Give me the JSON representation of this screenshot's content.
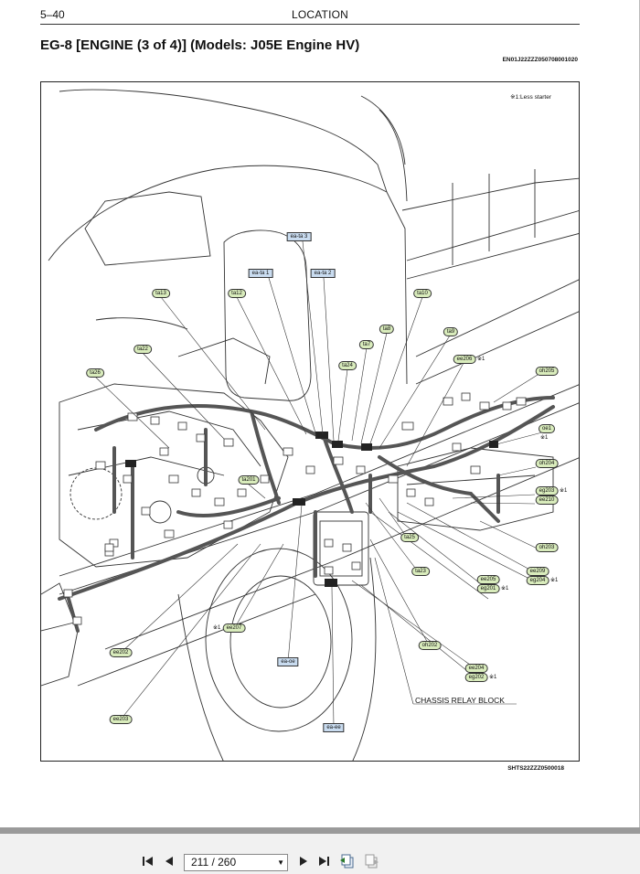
{
  "header": {
    "page_label": "5–40",
    "section": "LOCATION"
  },
  "title": "EG-8 [ENGINE (3 of 4)] (Models: J05E Engine HV)",
  "doc_code_top": "EN01J22ZZZ050708001020",
  "doc_code_bottom": "SHTS22ZZZ0500018",
  "diagram": {
    "note": "※1:Less starter",
    "chassis_relay_label": "CHASSIS RELAY BLOCK",
    "star_mark": "※1",
    "connectors": [
      {
        "id": "ea-ta 3",
        "kind": "blue"
      },
      {
        "id": "ea-ta 1",
        "kind": "blue"
      },
      {
        "id": "ea-ta 2",
        "kind": "blue"
      },
      {
        "id": "ta13",
        "kind": "green"
      },
      {
        "id": "ta12",
        "kind": "green"
      },
      {
        "id": "ta10",
        "kind": "green"
      },
      {
        "id": "ta8",
        "kind": "green"
      },
      {
        "id": "ta7",
        "kind": "green"
      },
      {
        "id": "ta9",
        "kind": "green"
      },
      {
        "id": "ta22",
        "kind": "green"
      },
      {
        "id": "ta24",
        "kind": "green"
      },
      {
        "id": "ee206",
        "kind": "green",
        "star": true
      },
      {
        "id": "ta26",
        "kind": "green"
      },
      {
        "id": "oh205",
        "kind": "green"
      },
      {
        "id": "oe1",
        "kind": "green",
        "star": true
      },
      {
        "id": "ta201",
        "kind": "green"
      },
      {
        "id": "oh204",
        "kind": "green"
      },
      {
        "id": "eg203",
        "kind": "green",
        "star": true
      },
      {
        "id": "ee210",
        "kind": "green"
      },
      {
        "id": "ta25",
        "kind": "green"
      },
      {
        "id": "oh203",
        "kind": "green"
      },
      {
        "id": "ta23",
        "kind": "green"
      },
      {
        "id": "ee209",
        "kind": "green"
      },
      {
        "id": "eg204",
        "kind": "green",
        "star": true
      },
      {
        "id": "ee205",
        "kind": "green"
      },
      {
        "id": "eg201",
        "kind": "green",
        "star": true
      },
      {
        "id": "ee207",
        "kind": "green",
        "star_left": true
      },
      {
        "id": "ee202",
        "kind": "green"
      },
      {
        "id": "oh202",
        "kind": "green"
      },
      {
        "id": "ea-oe",
        "kind": "blue"
      },
      {
        "id": "ee204",
        "kind": "green"
      },
      {
        "id": "eg202",
        "kind": "green",
        "star": true
      },
      {
        "id": "ee203",
        "kind": "green"
      },
      {
        "id": "ea-ee",
        "kind": "blue"
      }
    ]
  },
  "toolbar": {
    "page_indicator": "211 / 260",
    "first_icon": "first-page-icon",
    "prev_icon": "previous-page-icon",
    "next_icon": "next-page-icon",
    "last_icon": "last-page-icon",
    "prev_view_icon": "previous-view-icon",
    "next_view_icon": "next-view-icon"
  }
}
